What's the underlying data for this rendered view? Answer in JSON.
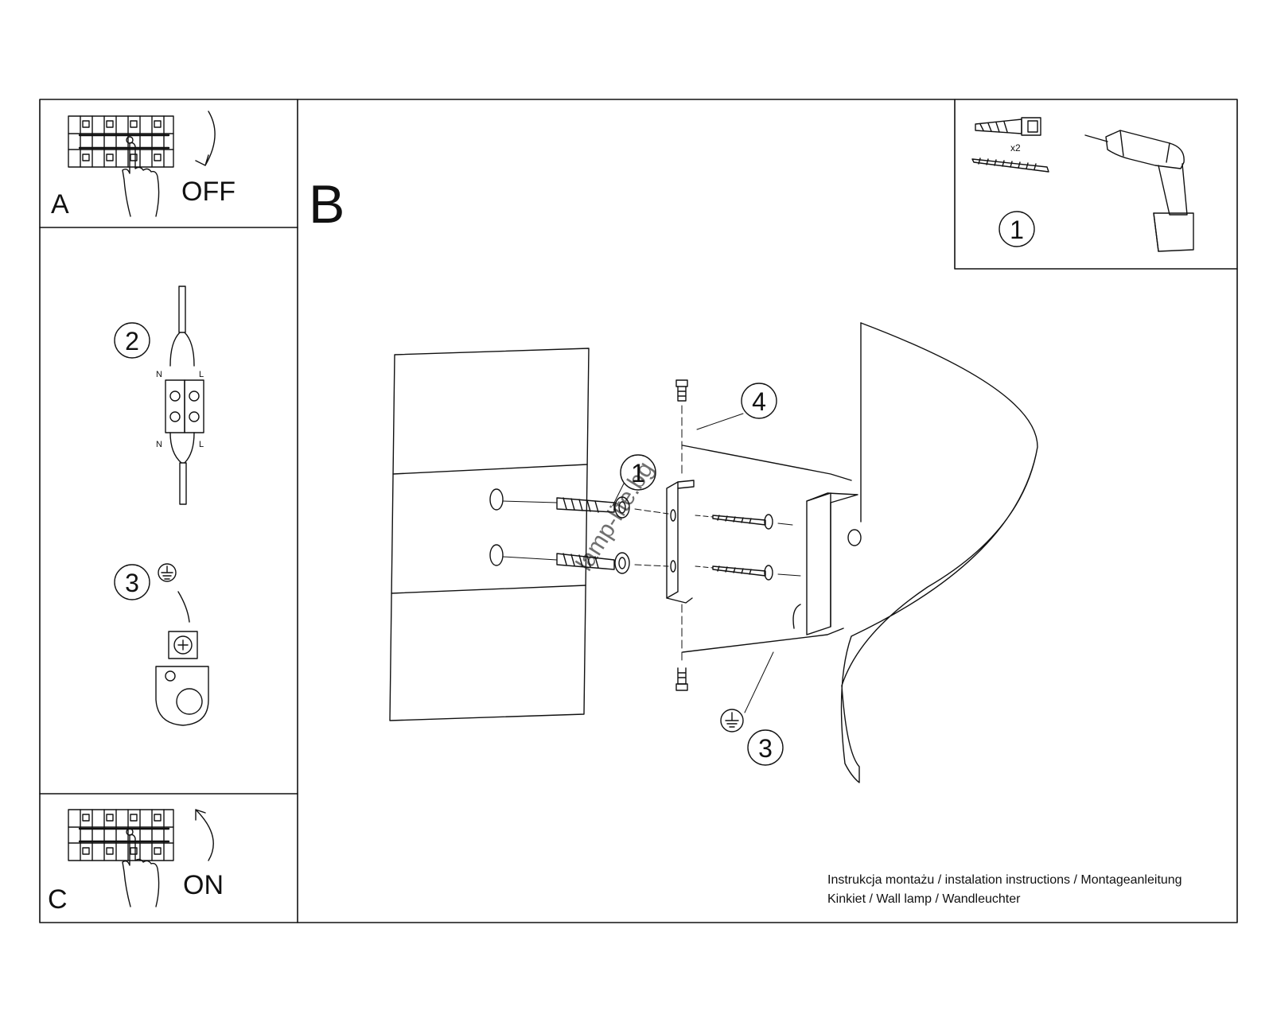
{
  "panels": {
    "a": {
      "letter": "A",
      "action": "OFF"
    },
    "b": {
      "letter": "B"
    },
    "c": {
      "letter": "C",
      "action": "ON"
    }
  },
  "tools": {
    "step": "1",
    "quantity": "x2"
  },
  "wiring": {
    "step": "2",
    "neutral": "N",
    "live": "L"
  },
  "earth": {
    "step": "3"
  },
  "assembly": {
    "callouts": {
      "wall_plug": "1",
      "cover": "4",
      "earth": "3"
    }
  },
  "watermark": "lamp-lite.bg",
  "footer": {
    "line1": "Instrukcja montażu / instalation instructions / Montageanleitung",
    "line2": "Kinkiet / Wall lamp / Wandleuchter"
  }
}
